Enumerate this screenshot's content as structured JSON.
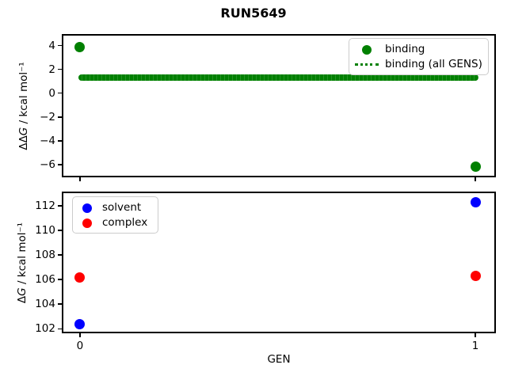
{
  "title": "RUN5649",
  "xlabel": "GEN",
  "chart_data": [
    {
      "id": "ddg",
      "type": "scatter",
      "ylabel": {
        "pre": "ΔΔ",
        "italic": "G",
        "post": " / kcal mol⁻¹"
      },
      "xlim": [
        -0.044,
        1.05
      ],
      "ylim": [
        -7.0,
        4.9
      ],
      "yticks": [
        {
          "v": 4,
          "label": "4"
        },
        {
          "v": 2,
          "label": "2"
        },
        {
          "v": 0,
          "label": "0"
        },
        {
          "v": -2,
          "label": "−2"
        },
        {
          "v": -4,
          "label": "−4"
        },
        {
          "v": -6,
          "label": "−6"
        }
      ],
      "xticks": [
        {
          "v": 0,
          "label": ""
        },
        {
          "v": 1,
          "label": ""
        }
      ],
      "series": [
        {
          "name": "binding",
          "kind": "scatter",
          "color": "#008000",
          "points": [
            {
              "x": 0,
              "y": 3.9
            },
            {
              "x": 1,
              "y": -6.2
            }
          ]
        },
        {
          "name": "binding (all GENS)",
          "kind": "dotted-hline",
          "color": "#008000",
          "y": 1.3,
          "x0": 0,
          "x1": 1,
          "thickness_px": 8
        }
      ],
      "legend": {
        "loc": "upper right",
        "entries": [
          {
            "label": "binding",
            "marker": "dot",
            "color": "#008000"
          },
          {
            "label": "binding (all GENS)",
            "marker": "dotted-line",
            "color": "#008000"
          }
        ]
      }
    },
    {
      "id": "dg",
      "type": "scatter",
      "ylabel": {
        "pre": "Δ",
        "italic": "G",
        "post": " / kcal mol⁻¹"
      },
      "xlim": [
        -0.044,
        1.05
      ],
      "ylim": [
        101.7,
        113.1
      ],
      "yticks": [
        {
          "v": 112,
          "label": "112"
        },
        {
          "v": 110,
          "label": "110"
        },
        {
          "v": 108,
          "label": "108"
        },
        {
          "v": 106,
          "label": "106"
        },
        {
          "v": 104,
          "label": "104"
        },
        {
          "v": 102,
          "label": "102"
        }
      ],
      "xticks": [
        {
          "v": 0,
          "label": "0"
        },
        {
          "v": 1,
          "label": "1"
        }
      ],
      "series": [
        {
          "name": "solvent",
          "kind": "scatter",
          "color": "#0000ff",
          "points": [
            {
              "x": 0,
              "y": 102.4
            },
            {
              "x": 1,
              "y": 112.3
            }
          ]
        },
        {
          "name": "complex",
          "kind": "scatter",
          "color": "#ff0000",
          "points": [
            {
              "x": 0,
              "y": 106.2
            },
            {
              "x": 1,
              "y": 106.3
            }
          ]
        }
      ],
      "legend": {
        "loc": "upper left",
        "entries": [
          {
            "label": "solvent",
            "marker": "dot",
            "color": "#0000ff"
          },
          {
            "label": "complex",
            "marker": "dot",
            "color": "#ff0000"
          }
        ]
      }
    }
  ]
}
